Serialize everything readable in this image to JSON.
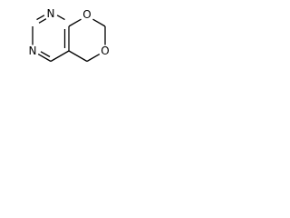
{
  "molecule": {
    "atoms": {
      "n_top": "N",
      "n_left": "N",
      "o_top": "O",
      "o_bottom": "O"
    }
  }
}
